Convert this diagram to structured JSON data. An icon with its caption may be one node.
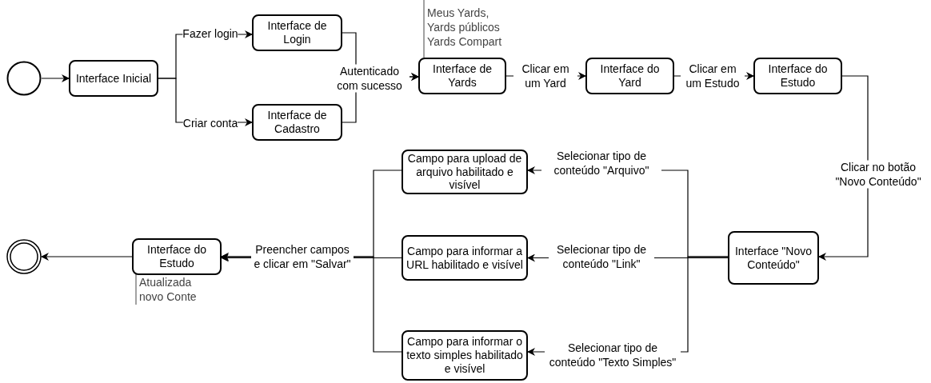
{
  "diagram": {
    "nodes": [
      {
        "text": [],
        "shape": "circle"
      },
      {
        "text": [
          "Interface Inicial"
        ]
      },
      {
        "text": [
          "Interface de Login"
        ]
      },
      {
        "text": [
          "Interface de Cadastro"
        ]
      },
      {
        "text": [
          "Interface de Yards"
        ],
        "beside": [
          "Meus Yards, Yards públicos Yards Compart"
        ]
      },
      {
        "text": [
          "Interface do Yard"
        ]
      },
      {
        "text": [
          "Interface do Estudo"
        ]
      },
      {
        "text": [
          "Interface \"Novo Conteúdo\""
        ]
      },
      {
        "text": [
          "Campo para upload de arquivo habilitado e visível"
        ]
      },
      {
        "text": [
          "Campo para informar a URL habilitado e visível"
        ]
      },
      {
        "text": [
          "Campo para informar o texto simples habilitado e visível"
        ]
      },
      {
        "text": [
          "Interface do Estudo"
        ],
        "beside": [
          "Atualizada novo Conte"
        ]
      },
      {
        "text": [],
        "shape": "circle"
      }
    ],
    "edges": [
      {
        "from": 0,
        "to": 1,
        "arrow": "to"
      },
      {
        "from": 1,
        "to": 2,
        "arrow": "to",
        "label": "Fazer login"
      },
      {
        "from": 1,
        "to": 3,
        "arrow": "to",
        "label": "Criar conta"
      },
      {
        "from": 2,
        "to": 4,
        "arrow": "to",
        "label": "Autenticado com sucesso"
      },
      {
        "from": 3,
        "to": 4,
        "arrow": "to"
      },
      {
        "from": 4,
        "to": 5,
        "arrow": "to",
        "label": "Clicar em um Yard"
      },
      {
        "from": 5,
        "to": 6,
        "arrow": "to",
        "label": "Clicar em um Estudo"
      },
      {
        "from": 6,
        "to": 7,
        "arrow": "to",
        "label": "Clicar no botão \"Novo Conteúdo\""
      },
      {
        "from": 7,
        "to": 8,
        "arrow": "to",
        "label": "Selecionar tipo de conteúdo \"Arquivo\""
      },
      {
        "from": 7,
        "to": 9,
        "arrow": "to",
        "label": "Selecionar tipo de conteúdo \"Link\""
      },
      {
        "from": 7,
        "to": 10,
        "arrow": "to",
        "label": "Selecionar tipo de conteúdo \"Texto Simples\""
      },
      {
        "from": 8,
        "to": 11,
        "arrow": "to"
      },
      {
        "from": 9,
        "to": 11,
        "arrow": "to",
        "label": "Preencher campos e clicar em \"Salvar\""
      },
      {
        "from": 10,
        "to": 11,
        "arrow": "to"
      },
      {
        "from": 11,
        "to": 12,
        "arrow": "to"
      }
    ]
  }
}
